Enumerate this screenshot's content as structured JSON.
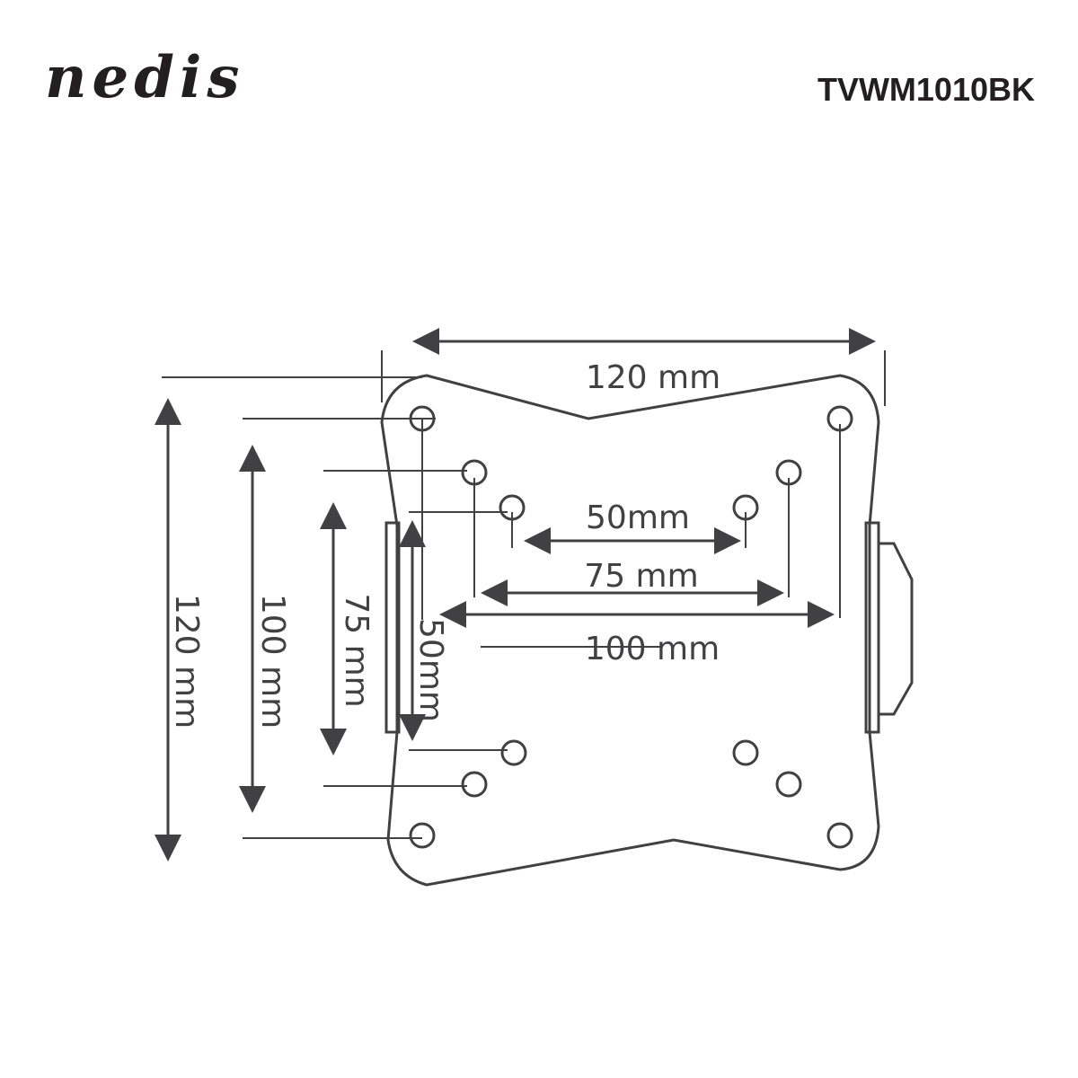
{
  "brand": {
    "logo_text": "nedis"
  },
  "product": {
    "model": "TVWM1010BK"
  },
  "dimensions": {
    "top_width": "120 mm",
    "inner_50": "50mm",
    "inner_75": "75 mm",
    "inner_100": "100 mm",
    "vertical_120": "120 mm",
    "vertical_100": "100 mm",
    "vertical_75": "75 mm",
    "vertical_50": "50mm"
  },
  "colors": {
    "line": "#414042",
    "text": "#231f20",
    "background": "#ffffff"
  }
}
